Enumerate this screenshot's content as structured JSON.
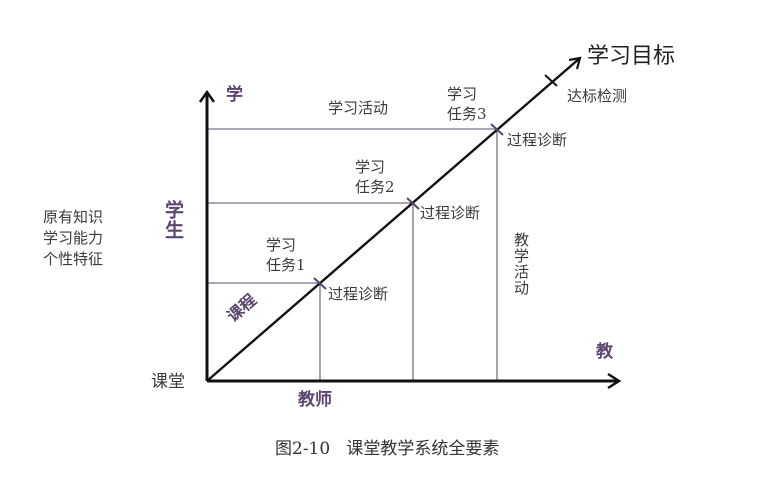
{
  "diagram": {
    "caption": "图2-10   课堂教学系统全要素",
    "origin_label": "课堂",
    "y_axis": {
      "top_label": "学",
      "side_label": "学生"
    },
    "x_axis": {
      "end_label": "教",
      "bottom_label": "教师"
    },
    "diagonal": {
      "label": "课程",
      "end_label": "学习目标"
    },
    "student_traits": [
      "原有知识",
      "学习能力",
      "个性特征"
    ],
    "learning_activity": "学习活动",
    "teaching_activity": "教学活动",
    "final_check": "达标检测",
    "tasks": [
      {
        "title_line1": "学习",
        "title_line2": "任务1",
        "checkpoint": "过程诊断"
      },
      {
        "title_line1": "学习",
        "title_line2": "任务2",
        "checkpoint": "过程诊断"
      },
      {
        "title_line1": "学习",
        "title_line2": "任务3",
        "checkpoint": "过程诊断"
      }
    ],
    "colors": {
      "axis": "#111111",
      "grid": "#7a6f88",
      "accent": "#5a4670"
    }
  }
}
